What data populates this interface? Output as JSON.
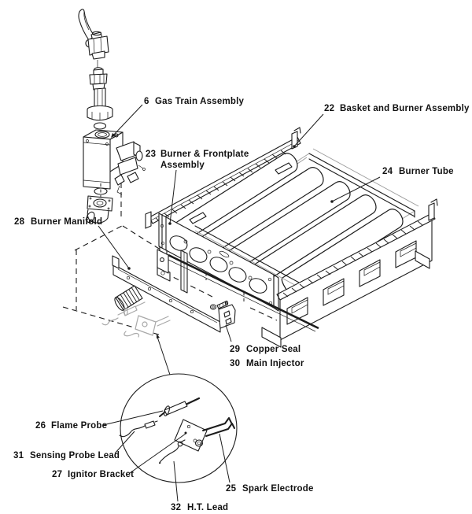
{
  "figure": {
    "type": "exploded-parts-diagram",
    "subject": "Gas train, burner basket and ignition components exploded view",
    "background": "#ffffff",
    "line_color": "#1c1c1c",
    "faded_line_color": "#a8a8a8",
    "labels": {
      "gas_train": {
        "num": "6",
        "name": "Gas Train Assembly"
      },
      "basket_burner": {
        "num": "22",
        "name": "Basket and Burner Assembly"
      },
      "burner_frontplate": {
        "num": "23",
        "name": "Burner & Frontplate",
        "name2": "Assembly"
      },
      "burner_tube": {
        "num": "24",
        "name": "Burner Tube"
      },
      "spark_electrode": {
        "num": "25",
        "name": "Spark Electrode"
      },
      "flame_probe": {
        "num": "26",
        "name": "Flame Probe"
      },
      "ignitor_bracket": {
        "num": "27",
        "name": "Ignitor Bracket"
      },
      "burner_manifold": {
        "num": "28",
        "name": "Burner Manifold"
      },
      "copper_seal": {
        "num": "29",
        "name": "Copper Seal"
      },
      "main_injector": {
        "num": "30",
        "name": "Main Injector"
      },
      "sensing_probe_lead": {
        "num": "31",
        "name": "Sensing Probe Lead"
      },
      "ht_lead": {
        "num": "32",
        "name": "H.T. Lead"
      }
    }
  }
}
